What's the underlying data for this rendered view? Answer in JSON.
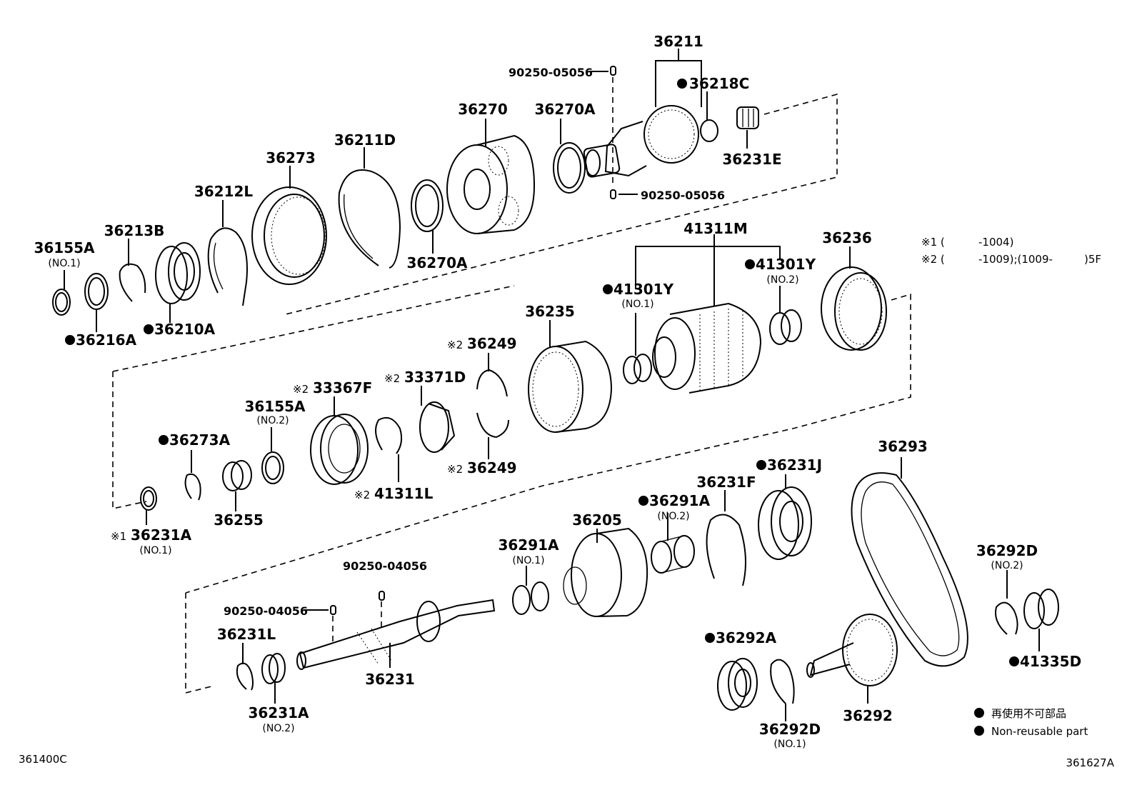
{
  "labels": {
    "p36211": "36211",
    "p90250_05056_top": "90250-05056",
    "p36218C": "36218C",
    "p36270": "36270",
    "p36270A_top": "36270A",
    "p36231E": "36231E",
    "p36211D": "36211D",
    "p36273": "36273",
    "p90250_05056_bottom": "90250-05056",
    "p36212L": "36212L",
    "p36213B": "36213B",
    "p36155A_1": "36155A",
    "p36155A_1_sub": "(NO.1)",
    "p36270A_bottom": "36270A",
    "p36216A": "36216A",
    "p36210A": "36210A",
    "p41311M": "41311M",
    "p36236": "36236",
    "p41301Y_1": "41301Y",
    "p41301Y_1_sub": "(NO.1)",
    "p41301Y_2": "41301Y",
    "p41301Y_2_sub": "(NO.2)",
    "p36235": "36235",
    "p36249_top": "36249",
    "p33371D": "33371D",
    "p33367F": "33367F",
    "p36155A_2": "36155A",
    "p36155A_2_sub": "(NO.2)",
    "p36273A": "36273A",
    "p36249_bottom": "36249",
    "p41311L": "41311L",
    "p36255": "36255",
    "p36231A_1": "36231A",
    "p36231A_1_sub": "(NO.1)",
    "p36293": "36293",
    "p36231J": "36231J",
    "p36231F": "36231F",
    "p36291A_2": "36291A",
    "p36291A_2_sub": "(NO.2)",
    "p36205": "36205",
    "p36291A_1": "36291A",
    "p36291A_1_sub": "(NO.1)",
    "p90250_04056_a": "90250-04056",
    "p90250_04056_b": "90250-04056",
    "p36231L": "36231L",
    "p36231": "36231",
    "p36231A_2": "36231A",
    "p36231A_2_sub": "(NO.2)",
    "p36292D_2": "36292D",
    "p36292D_2_sub": "(NO.2)",
    "p36292A": "36292A",
    "p41335D": "41335D",
    "p36292": "36292",
    "p36292D_1": "36292D",
    "p36292D_1_sub": "(NO.1)"
  },
  "marks": {
    "note1": "※1",
    "note2": "※2"
  },
  "notes": {
    "line1_prefix": "※1 (",
    "line1_range": "-1004)",
    "line2_prefix": "※2 (",
    "line2_range": "-1009);(1009-",
    "line2_suffix": ")5F"
  },
  "legend": {
    "jp": "再使用不可部品",
    "en": "Non-reusable part"
  },
  "footer": {
    "left_code": "361400C",
    "right_code": "361627A"
  }
}
